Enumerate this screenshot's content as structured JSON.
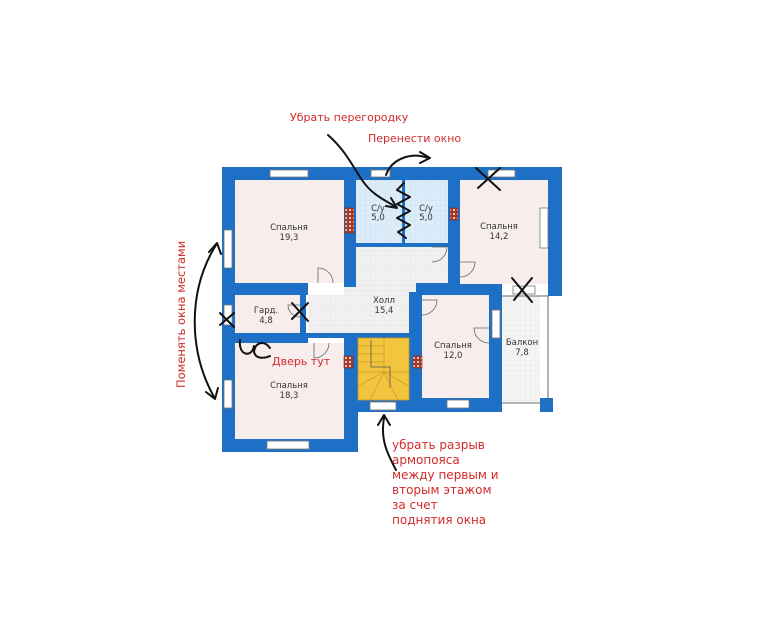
{
  "rooms": [
    {
      "id": "bedroom-nw",
      "name": "Спальня",
      "area": "19,3"
    },
    {
      "id": "bathroom-left",
      "name": "С/у",
      "area": "5,0"
    },
    {
      "id": "bathroom-right",
      "name": "С/у",
      "area": "5,0"
    },
    {
      "id": "bedroom-ne",
      "name": "Спальня",
      "area": "14,2"
    },
    {
      "id": "hall",
      "name": "Холл",
      "area": "15,4"
    },
    {
      "id": "wardrobe",
      "name": "Гард.",
      "area": "4,8"
    },
    {
      "id": "bedroom-center",
      "name": "Спальня",
      "area": "12,0"
    },
    {
      "id": "balcony",
      "name": "Балкон",
      "area": "7,8"
    },
    {
      "id": "bedroom-sw",
      "name": "Спальня",
      "area": "18,3"
    }
  ],
  "annotations": {
    "remove_partition": "Убрать перегородку",
    "move_window": "Перенести окно",
    "swap_windows": "Поменять окна местами",
    "door_here": "Дверь тут",
    "remove_gap_lines": [
      "убрать разрыв",
      "армопояса",
      "между первым и",
      "вторым этажом",
      "за счет",
      "поднятия окна"
    ]
  },
  "colors": {
    "wall": "#1e6fc6",
    "room_fill": "#f7eded",
    "wet_room_fill": "#dcecf8",
    "hall_fill": "#f0f0f0",
    "stair_fill": "#f3c43e",
    "annotation_text": "#d42a2a",
    "sketch": "#111111"
  }
}
